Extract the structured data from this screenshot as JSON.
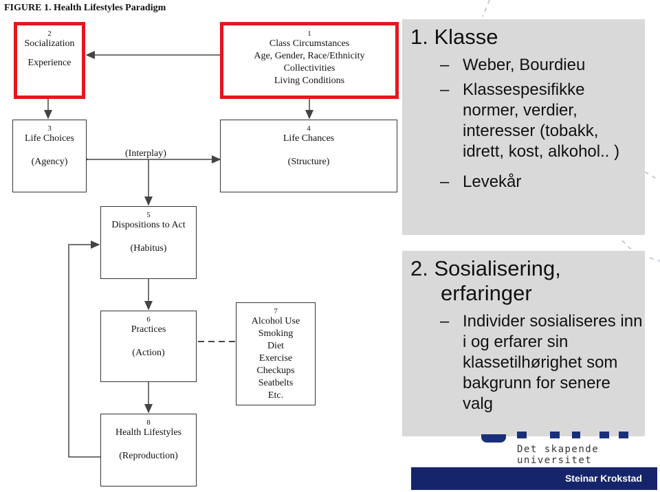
{
  "figure": {
    "title": "FIGURE 1. Health Lifestyles Paradigm",
    "boxes": {
      "b2": {
        "num": "2",
        "line1": "Socialization",
        "line2": "Experience"
      },
      "b1": {
        "num": "1",
        "line1": "Class Circumstances",
        "line2": "Age, Gender, Race/Ethnicity",
        "line3": "Collectivities",
        "line4": "Living Conditions"
      },
      "b3": {
        "num": "3",
        "line1": "Life Choices",
        "line2": "(Agency)"
      },
      "b4": {
        "num": "4",
        "line1": "Life Chances",
        "line2": "(Structure)"
      },
      "b5": {
        "num": "5",
        "line1": "Dispositions to Act",
        "line2": "(Habitus)"
      },
      "b6": {
        "num": "6",
        "line1": "Practices",
        "line2": "(Action)"
      },
      "b7": {
        "num": "7",
        "items": [
          "Alcohol Use",
          "Smoking",
          "Diet",
          "Exercise",
          "Checkups",
          "Seatbelts",
          "Etc."
        ]
      },
      "b8": {
        "num": "8",
        "line1": "Health Lifestyles",
        "line2": "(Reproduction)"
      }
    },
    "interplay": "(Interplay)",
    "highlight_color": "#e8151b"
  },
  "slide": {
    "panel1": {
      "heading": "1.  Klasse",
      "bullets": [
        "Weber, Bourdieu",
        "Klassespesifikke normer, verdier, interesser (tobakk, idrett, kost, alkohol.. )",
        "Levekår"
      ]
    },
    "panel2": {
      "heading_line1": "2.  Sosialisering,",
      "heading_line2": "erfaringer",
      "bullets": [
        "Individer sosialiseres inn i og erfarer sin klassetilhørighet som bakgrunn for senere valg"
      ]
    },
    "bullet_dash": "–",
    "panel_color": "#d9d9d9"
  },
  "logo": {
    "tagline": "Det skapende universitet",
    "color": "#1a2f7a"
  },
  "footer": {
    "author": "Steinar Krokstad",
    "color": "#16246b"
  }
}
